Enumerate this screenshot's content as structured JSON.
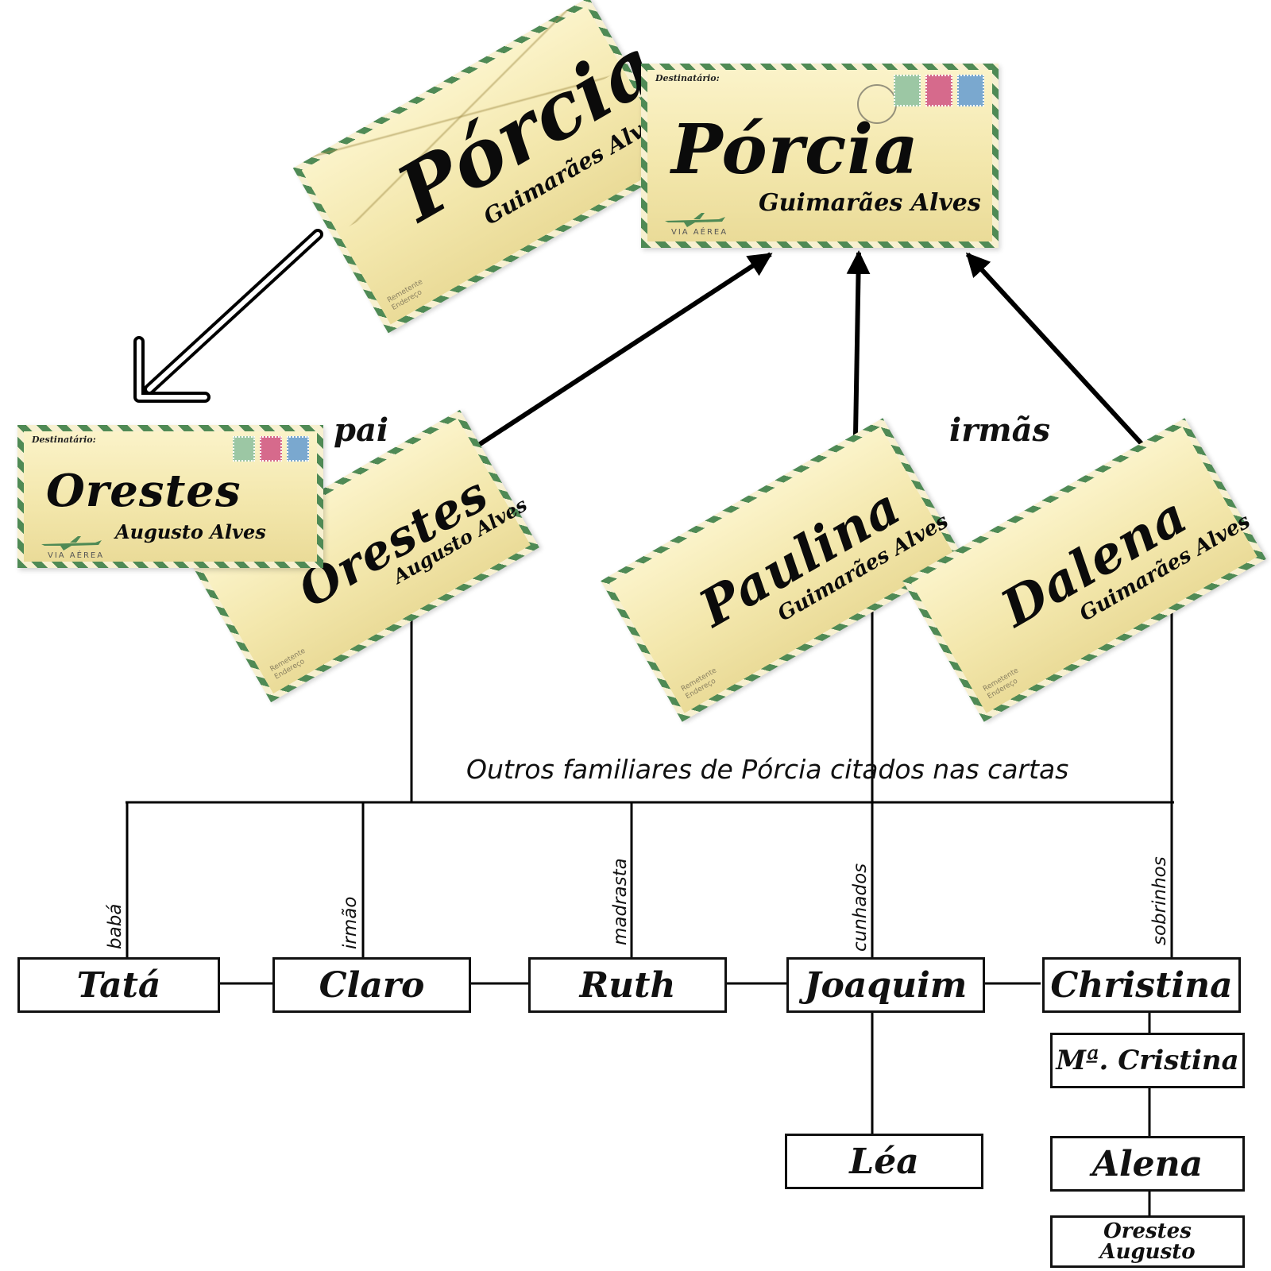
{
  "envelopes": {
    "porcia_front": {
      "destinatario": "Destinatário:",
      "first": "Pórcia",
      "last": "Guimarães Alves",
      "via": "VIA AÉREA"
    },
    "porcia_back": {
      "first": "Pórcia",
      "last": "Guimarães Alves"
    },
    "orestes_front": {
      "destinatario": "Destinatário:",
      "first": "Orestes",
      "last": "Augusto Alves",
      "via": "VIA AÉREA"
    },
    "orestes_back": {
      "first": "Orestes",
      "last": "Augusto Alves"
    },
    "paulina": {
      "first": "Paulina",
      "last": "Guimarães Alves"
    },
    "dalena": {
      "first": "Dalena",
      "last": "Guimarães Alves"
    }
  },
  "relations": {
    "pai": "pai",
    "irmas": "irmãs"
  },
  "caption": "Outros familiares de Pórcia citados nas cartas",
  "branch_labels": {
    "baba": "babá",
    "irmao": "irmão",
    "madrasta": "madrasta",
    "cunhados": "cunhados",
    "sobrinhos": "sobrinhos"
  },
  "people": {
    "tata": "Tatá",
    "claro": "Claro",
    "ruth": "Ruth",
    "joaquim": "Joaquim",
    "christina": "Christina",
    "ma_cristina": "Mª. Cristina",
    "lea": "Léa",
    "alena": "Alena",
    "orestes_augusto": "Orestes Augusto"
  },
  "colors": {
    "envelope_paper": "#f3e7ac",
    "airmail_stripe": "#4f8a55",
    "ink": "#111111"
  }
}
